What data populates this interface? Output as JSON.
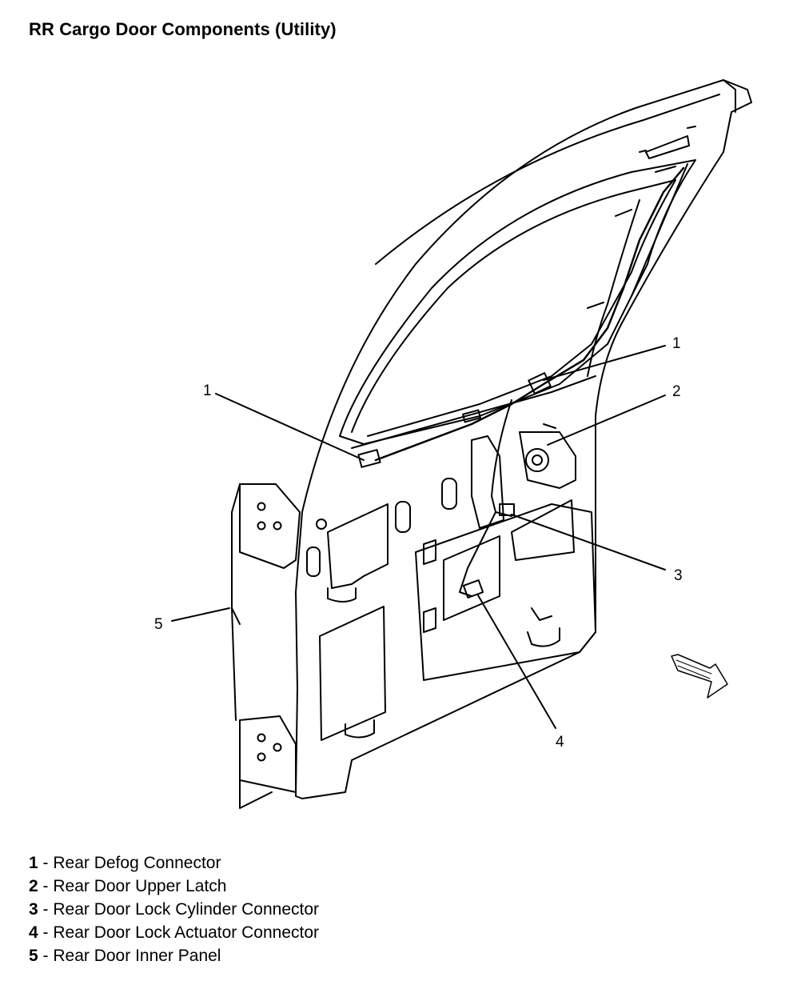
{
  "title": "RR Cargo Door Components (Utility)",
  "callouts": [
    "1",
    "1",
    "2",
    "3",
    "4",
    "5"
  ],
  "legend": [
    {
      "num": "1",
      "sep": " - ",
      "label": "Rear Defog Connector"
    },
    {
      "num": "2",
      "sep": " - ",
      "label": "Rear Door Upper Latch"
    },
    {
      "num": "3",
      "sep": " - ",
      "label": "Rear Door Lock Cylinder Connector"
    },
    {
      "num": "4",
      "sep": " - ",
      "label": "Rear Door Lock Actuator Connector"
    },
    {
      "num": "5",
      "sep": " - ",
      "label": "Rear Door Inner Panel"
    }
  ]
}
